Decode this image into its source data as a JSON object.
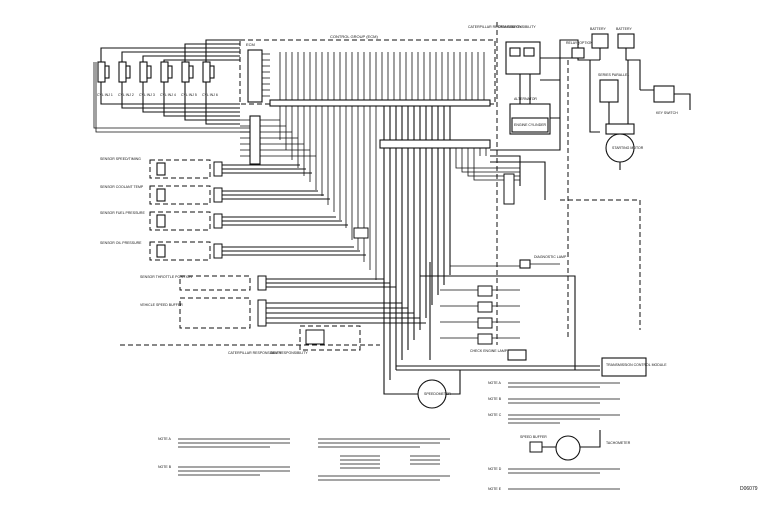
{
  "labels": {
    "control_group": "CONTROL GROUP (ECM)",
    "caterpillar_responsibility": "CATERPILLAR RESPONSIBILITY",
    "oem_responsibility": "OEM RESPONSIBILITY",
    "caterpillar_responsibility_bottom": "CATERPILLAR RESPONSIBILITY",
    "oem_responsibility_bottom": "OEM RESPONSIBILITY",
    "ecm": "ECM",
    "diagnostic_lamp": "DIAGNOSTIC LAMP",
    "battery_1": "BATTERY",
    "battery_2": "BATTERY",
    "relay": "RELAY (OPTIONAL)",
    "series_parallel": "SERIES PARALLEL",
    "key_switch": "KEY SWITCH",
    "starting_motor": "STARTING MOTOR",
    "alternator": "ALTERNATOR",
    "engine_cylinder": "ENGINE CYLINDER",
    "sensor_speed_timing": "SENSOR SPEED/TIMING",
    "sensor_coolant_temp": "SENSOR COOLANT TEMP",
    "sensor_fuel_pressure": "SENSOR FUEL PRESSURE",
    "sensor_oil_pressure": "SENSOR OIL PRESSURE",
    "sensor_throttle_position": "SENSOR THROTTLE POSITION",
    "vehicle_speed_buffer": "VEHICLE SPEED BUFFER",
    "speedometer": "SPEEDOMETER",
    "speed_buffer": "SPEED BUFFER",
    "tachometer": "TACHOMETER",
    "transmission_control": "TRANSMISSION CONTROL MODULE",
    "check_lamp": "CHECK ENGINE LAMP",
    "inj_labels": [
      "CYL INJ 1",
      "CYL INJ 2",
      "CYL INJ 3",
      "CYL INJ 4",
      "CYL INJ 5",
      "CYL INJ 6"
    ],
    "notes_left": [
      "NOTE A",
      "NOTE B"
    ],
    "notes_right": [
      "NOTE A",
      "NOTE B",
      "NOTE C",
      "NOTE D",
      "NOTE E"
    ],
    "fig_id": "D06079"
  }
}
